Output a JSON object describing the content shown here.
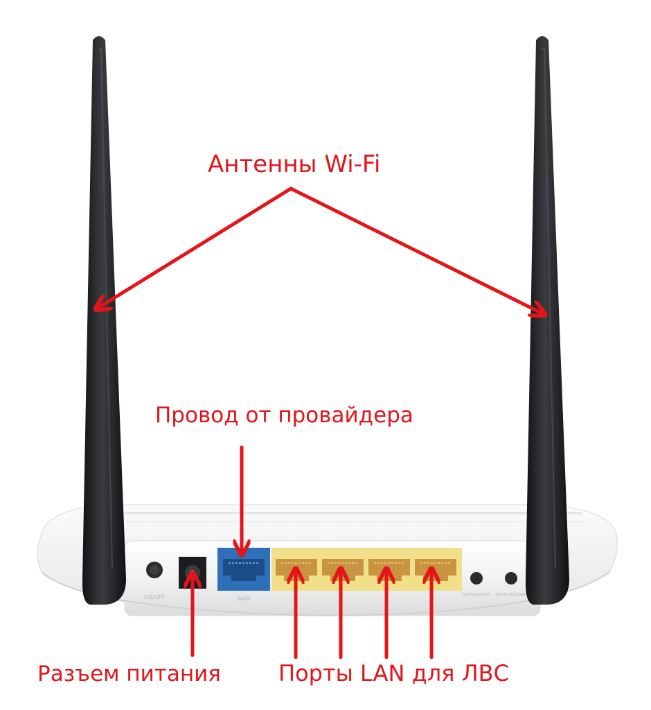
{
  "annotations": {
    "antennas": "Антенны Wi-Fi",
    "wan_cable": "Провод от провайдера",
    "power_jack": "Разъем питания",
    "lan_ports": "Порты LAN для ЛВС"
  },
  "device_markings": {
    "power_button": "ON/OFF",
    "wan_port": "WAN",
    "reset_button": "WPS/RESET",
    "wifi_button": "Wi-Fi ON/OFF"
  },
  "lan_port_count": 4,
  "colors": {
    "annotation_red": "#e3151a",
    "antenna_black": "#1e1f21",
    "router_body": "#f4f4f4",
    "wan_port_blue": "#2f6fb7",
    "lan_port_yellow": "#f1df8a"
  }
}
